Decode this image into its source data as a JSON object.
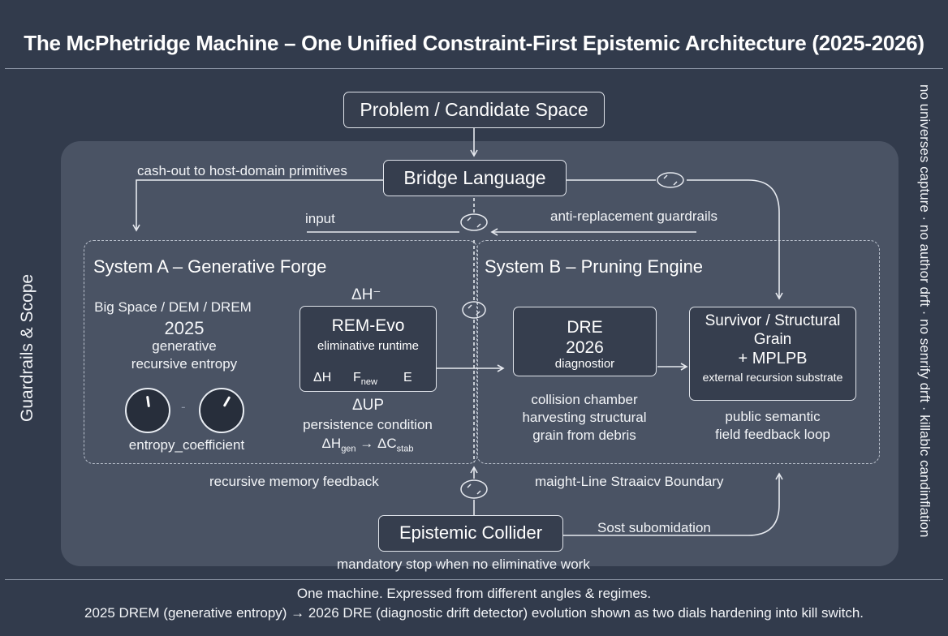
{
  "title": "The McPhetridge Machine – One Unified Constraint-First Epistemic Architecture (2025-2026)",
  "side_left": "Guardrails & Scope",
  "side_right": "no universes capture · no author drft · no senrify drft · killablc candinflation",
  "nodes": {
    "problem": "Problem / Candidate Space",
    "bridge": "Bridge Language",
    "collider": "Epistemic Collider"
  },
  "edge_labels": {
    "cash_out": "cash-out to host-domain primitives",
    "input": "input",
    "anti_replacement": "anti-replacement guardrails",
    "recursive_memory": "recursive memory feedback",
    "boundary": "maight-Line Straaicv Boundary",
    "submission": "Sost subomidation",
    "mandatory_stop": "mandatory stop when no eliminative work"
  },
  "system_a": {
    "title": "System A – Generative Forge",
    "big_space": "Big Space / DEM / DREM",
    "year": "2025",
    "gen1": "generative",
    "gen2": "recursive entropy",
    "dial_label": "entropy_coefficient",
    "dial_separator": "-",
    "delta_h_top": "ΔH⁻",
    "rem_title": "REM-Evo",
    "rem_sub": "eliminative runtime",
    "rem_sym1": "ΔH",
    "rem_sym2": "F",
    "rem_sym2_sub": "new",
    "rem_sym3": "E",
    "delta_up": "ΔUP",
    "persistence": "persistence condition",
    "formula_a": "ΔH",
    "formula_a_sub": "gen",
    "formula_arrow": "→",
    "formula_b": "ΔC",
    "formula_b_sub": "stab"
  },
  "system_b": {
    "title": "System B – Pruning Engine",
    "dre_title": "DRE",
    "dre_year": "2026",
    "dre_sub": "diagnostior",
    "collision1": "collision chamber",
    "collision2": "harvesting structural",
    "collision3": "grain from debris",
    "survivor1": "Survivor / Structural",
    "survivor2": "Grain",
    "survivor3": "+ MPLPB",
    "survivor4": "external recursion substrate",
    "public1": "public semantic",
    "public2": "field feedback loop"
  },
  "footer": {
    "line1": "One machine. Expressed from different angles & regimes.",
    "line2": "2025 DREM (generative entropy) → 2026 DRE (diagnostic drift detector) evolution shown as two dials hardening into kill switch."
  },
  "colors": {
    "background": "#323b4c",
    "panel": "#4a5364",
    "box_fill": "#363e4e",
    "line": "#e6e9ef"
  },
  "icons": [
    "feedback-loop-icon",
    "dial-icon"
  ]
}
